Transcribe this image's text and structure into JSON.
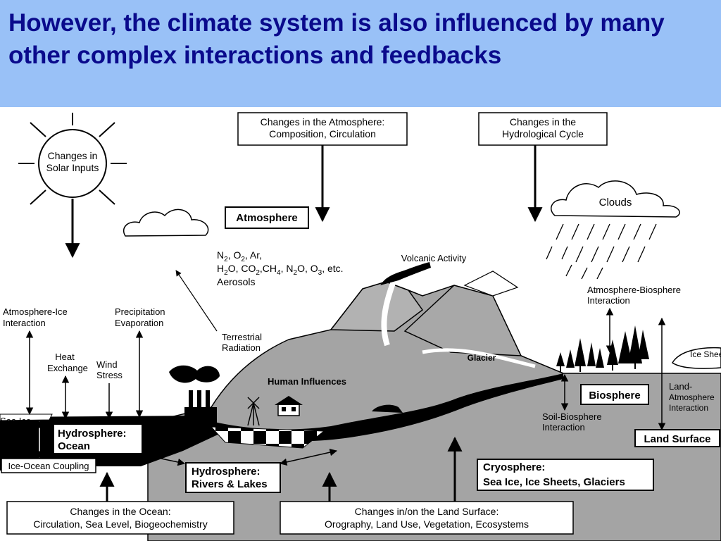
{
  "title": "However, the climate system is also influenced by many other complex interactions and feedbacks",
  "diagram": {
    "solar": [
      "Changes in",
      "Solar Inputs"
    ],
    "atmo_changes": [
      "Changes in the Atmosphere:",
      "Composition, Circulation"
    ],
    "hydro_changes": [
      "Changes in the",
      "Hydrological Cycle"
    ],
    "clouds": "Clouds",
    "atmosphere": "Atmosphere",
    "gases": {
      "line1": {
        "n": "N",
        "n_sub": "2",
        "o": ", O",
        "o_sub": "2",
        "rest": ", Ar,"
      },
      "line2": {
        "h": "H",
        "h_sub": "2",
        "a": "O, CO",
        "a_sub": "2",
        "b": ",CH",
        "b_sub": "4",
        "c": ", N",
        "c_sub": "2",
        "d": "O, O",
        "d_sub": "3",
        "e": ", etc."
      },
      "line3": "Aerosols"
    },
    "volcanic": "Volcanic Activity",
    "atmo_bio": [
      "Atmosphere-Biosphere",
      "Interaction"
    ],
    "atmo_ice": [
      "Atmosphere-Ice",
      "Interaction"
    ],
    "precip": [
      "Precipitation",
      "Evaporation"
    ],
    "terrestrial": [
      "Terrestrial",
      "Radiation"
    ],
    "glacier": "Glacier",
    "ice_sheet": "Ice Sheet",
    "heat": [
      "Heat",
      "Exchange"
    ],
    "wind": [
      "Wind",
      "Stress"
    ],
    "human": "Human Influences",
    "biosphere": "Biosphere",
    "land_atmo": [
      "Land-",
      "Atmosphere",
      "Interaction"
    ],
    "sea_ice": "Sea Ice",
    "hydro_ocean": [
      "Hydrosphere:",
      "Ocean"
    ],
    "soil_bio": [
      "Soil-Biosphere",
      "Interaction"
    ],
    "land_surface": "Land Surface",
    "ice_ocean": "Ice-Ocean Coupling",
    "hydro_rivers": [
      "Hydrosphere:",
      "Rivers & Lakes"
    ],
    "cryosphere": [
      "Cryosphere:",
      "Sea Ice, Ice Sheets, Glaciers"
    ],
    "ocean_changes": [
      "Changes in the Ocean:",
      "Circulation, Sea Level, Biogeochemistry"
    ],
    "land_changes": [
      "Changes in/on the Land Surface:",
      "Orography, Land Use, Vegetation, Ecosystems"
    ]
  },
  "colors": {
    "header_bg": "#99c1f7",
    "title": "#0a0a8c",
    "land": "#a4a4a4",
    "ocean": "#000000"
  }
}
